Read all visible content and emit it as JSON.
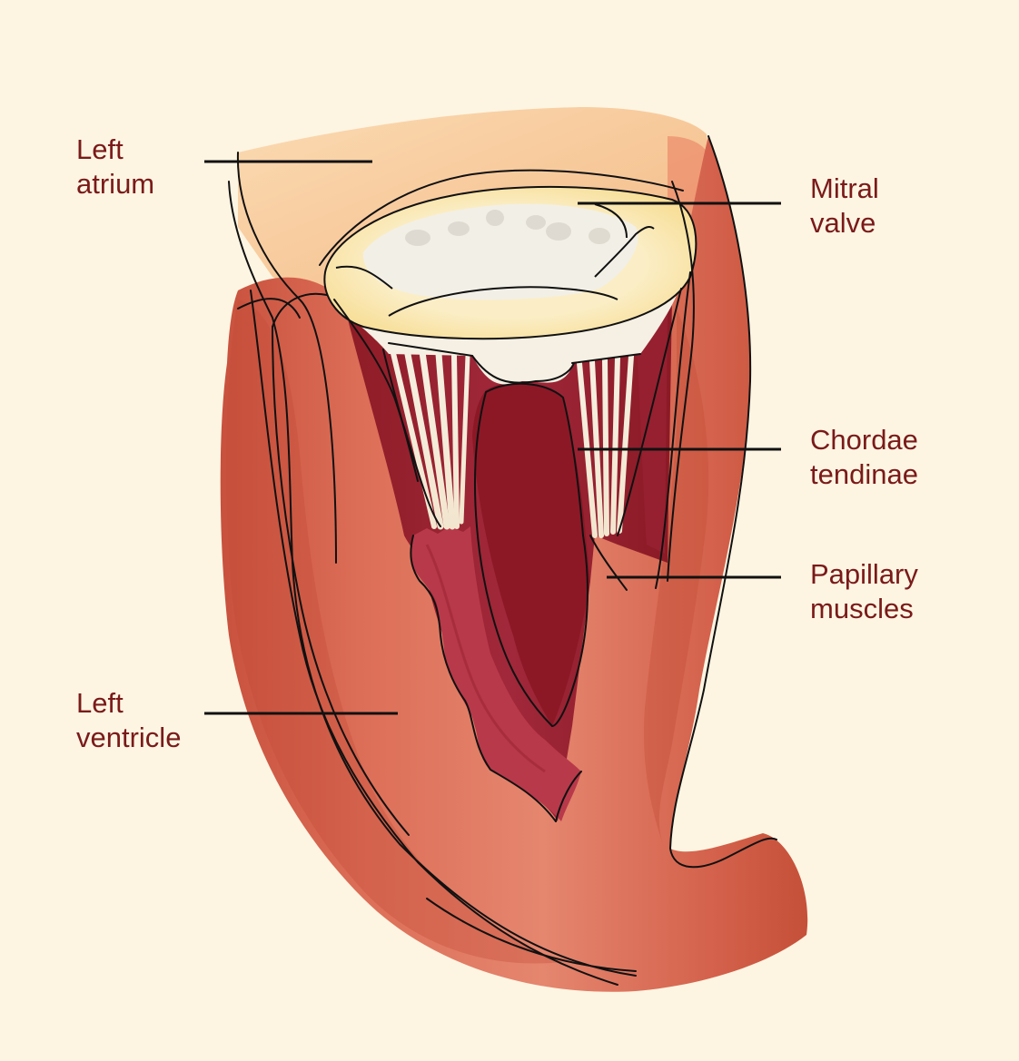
{
  "labels": {
    "left_atrium": {
      "line1": "Left",
      "line2": "atrium"
    },
    "mitral_valve": {
      "line1": "Mitral",
      "line2": "valve"
    },
    "chordae_tendinae": {
      "line1": "Chordae",
      "line2": "tendinae"
    },
    "papillary_muscles": {
      "line1": "Papillary",
      "line2": "muscles"
    },
    "left_ventricle": {
      "line1": "Left",
      "line2": "ventricle"
    }
  },
  "colors": {
    "background": "#fdf5e2",
    "label_text": "#7a1a1a",
    "atrium": "#f6c99a",
    "ventricle_wall": "#cf5a43",
    "ventricle_highlight": "#e37d68",
    "inner_chamber": "#9a2230",
    "valve_ring": "#f9e3a6",
    "valve_leaflet": "#f4f2ea",
    "leader_line": "#111111"
  }
}
